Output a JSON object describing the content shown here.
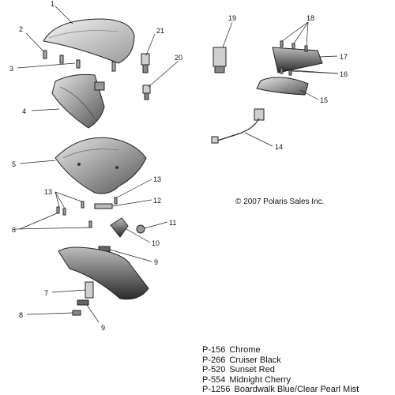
{
  "callouts": [
    "1",
    "2",
    "3",
    "4",
    "5",
    "6",
    "7",
    "8",
    "9",
    "9",
    "10",
    "11",
    "12",
    "13",
    "13",
    "14",
    "15",
    "16",
    "17",
    "18",
    "19",
    "20",
    "21"
  ],
  "copyright": "© 2007 Polaris Sales Inc.",
  "parts_legend": [
    {
      "code": "P-156",
      "name": "Chrome"
    },
    {
      "code": "P-266",
      "name": "Cruiser Black"
    },
    {
      "code": "P-520",
      "name": "Sunset Red"
    },
    {
      "code": "P-554",
      "name": "Midnight Cherry"
    },
    {
      "code": "P-1256",
      "name": "Boardwalk Blue/Clear Pearl Mist"
    }
  ]
}
